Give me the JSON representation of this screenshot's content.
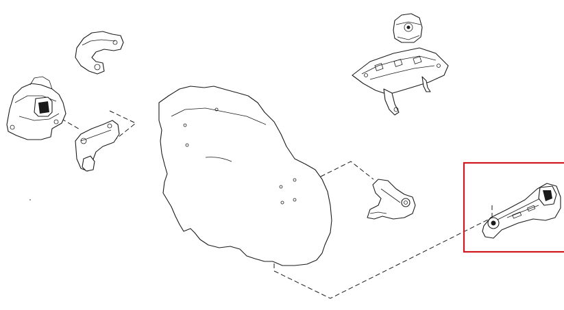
{
  "diagram": {
    "parts": [
      {
        "id": "engine",
        "name": "engine-block"
      },
      {
        "id": "rh-mount",
        "name": "engine-mount-right"
      },
      {
        "id": "rh-bracket-upper",
        "name": "mount-bracket-upper"
      },
      {
        "id": "rh-bracket-lower",
        "name": "mount-bracket-lower"
      },
      {
        "id": "lh-mount",
        "name": "transmission-mount-left"
      },
      {
        "id": "crossmember",
        "name": "mount-crossmember"
      },
      {
        "id": "rear-bracket",
        "name": "rear-mount-bracket"
      },
      {
        "id": "torque-rod",
        "name": "rear-torque-rod-mount"
      }
    ],
    "highlight": {
      "part": "torque-rod",
      "color": "#d0161e"
    },
    "line_color": "#1a1a1a"
  }
}
